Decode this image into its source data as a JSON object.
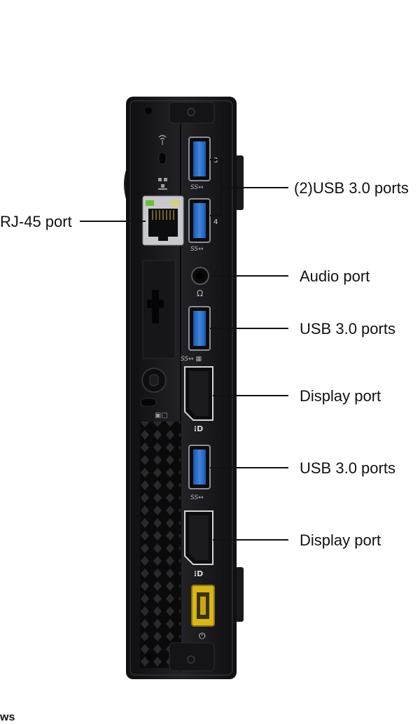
{
  "labels": {
    "rj45": "RJ-45 port",
    "usb_pair": "(2)USB 3.0 ports",
    "audio": "Audio port",
    "usb_a": "USB 3.0 ports",
    "display_a": "Display port",
    "usb_b": "USB 3.0 ports",
    "display_b": "Display port"
  },
  "port_numbers": {
    "upper": "3",
    "lower": "4"
  },
  "corner_text": "ws",
  "colors": {
    "chassis": "#1c1c1e",
    "usb_blue": "#2f6fc9",
    "power_yellow": "#d9b51a",
    "leader_line": "#111111"
  }
}
